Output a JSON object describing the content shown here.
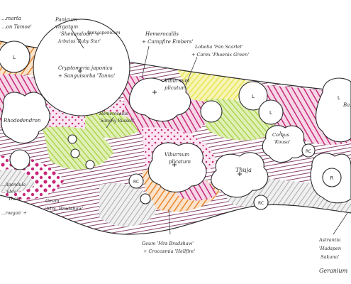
{
  "colors": {
    "orange": "#e8862a",
    "magenta": "#c8287a",
    "purple": "#7a2a5a",
    "pink": "#e04aa0",
    "lime": "#a6cf3a",
    "yellow": "#e6e23a",
    "grey": "#9a9a9a",
    "ink": "#2a2a2a"
  },
  "circle_labels": {
    "l_top_left": "L",
    "l_right_1": "L",
    "l_right_2": "L",
    "l_top_right": "L",
    "rc_1": "RC",
    "rc_2": "RC",
    "rc_3": "RC",
    "r_right": "R"
  },
  "annotations": {
    "a1": "...marta",
    "a2": "...on Tamoe'",
    "a3": "Panicum",
    "a4": "virgatum",
    "a5": "'Shenandoah' +",
    "a6": "Acer japonicum",
    "a7": "Arbutus 'Ruby Star'",
    "a8": "Hemerocallis",
    "a9": "+ Campfire Embers'",
    "a10": "Lobelia 'Fan Scarlet'",
    "a11": "+ Carex 'Phoenix Green'",
    "a12": "Cryptomeria japonica",
    "a13": "+ Sanguisorba 'Tanna'",
    "a14": "Viburnum",
    "a15": "plicatum",
    "a16": "Ba...",
    "a17": "Rhododendron",
    "a18": "Hemerocallis",
    "a19": "'Sammy Russell'",
    "a20": "Cornus",
    "a21": "'Kousa'",
    "a22": "Viburnum",
    "a23": "plicatum",
    "a24": "Thuja",
    "a25": "...lipendula",
    "a26": "...'ubra'",
    "a27": "'Thaia'",
    "a28": "Geum",
    "a29": "'Mrs. Bradshaw'",
    "a30": "...roegan' +",
    "a31": "Geum 'Mrs Bradshaw'",
    "a32": "+ Crocosmia 'Hellfire'",
    "a33": "Astrantia",
    "a34": "'Hadspen",
    "a35": "Sakuna'",
    "a36": "Geranium"
  }
}
